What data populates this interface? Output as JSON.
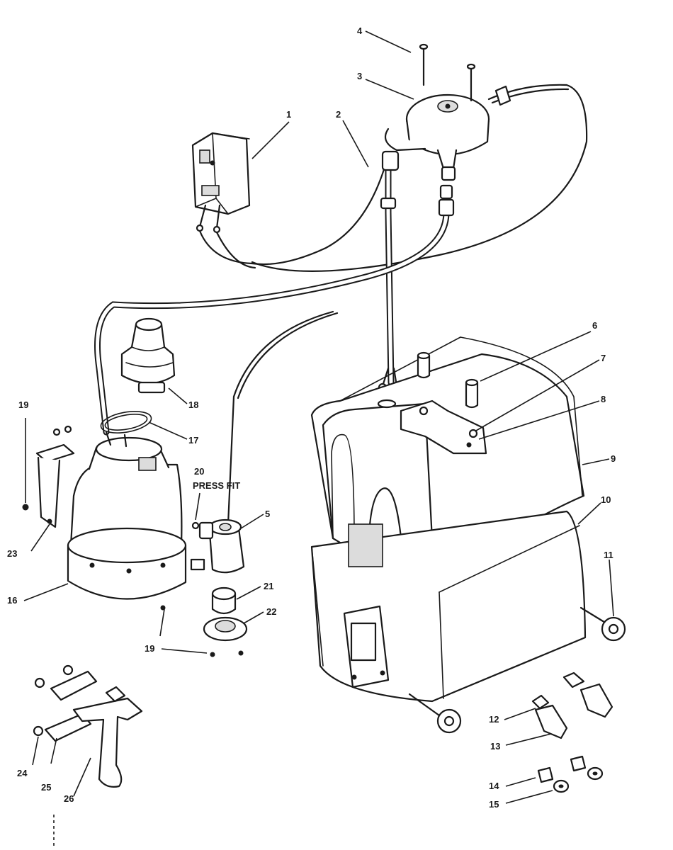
{
  "callouts": [
    {
      "id": "c1",
      "label": "1"
    },
    {
      "id": "c2",
      "label": "2"
    },
    {
      "id": "c3",
      "label": "3"
    },
    {
      "id": "c4",
      "label": "4"
    },
    {
      "id": "c5",
      "label": "5"
    },
    {
      "id": "c6",
      "label": "6"
    },
    {
      "id": "c7",
      "label": "7"
    },
    {
      "id": "c8",
      "label": "8"
    },
    {
      "id": "c9",
      "label": "9"
    },
    {
      "id": "c10",
      "label": "10"
    },
    {
      "id": "c11",
      "label": "11"
    },
    {
      "id": "c12",
      "label": "12"
    },
    {
      "id": "c13",
      "label": "13"
    },
    {
      "id": "c14",
      "label": "14"
    },
    {
      "id": "c15",
      "label": "15"
    },
    {
      "id": "c16",
      "label": "16"
    },
    {
      "id": "c17",
      "label": "17"
    },
    {
      "id": "c18",
      "label": "18"
    },
    {
      "id": "c19a",
      "label": "19"
    },
    {
      "id": "c19b",
      "label": "19"
    },
    {
      "id": "c20",
      "label": "20"
    },
    {
      "id": "c21",
      "label": "21"
    },
    {
      "id": "c22",
      "label": "22"
    },
    {
      "id": "c23",
      "label": "23"
    },
    {
      "id": "c24",
      "label": "24"
    },
    {
      "id": "c25",
      "label": "25"
    },
    {
      "id": "c26",
      "label": "26"
    }
  ],
  "notes": {
    "press_fit": "PRESS FIT"
  }
}
